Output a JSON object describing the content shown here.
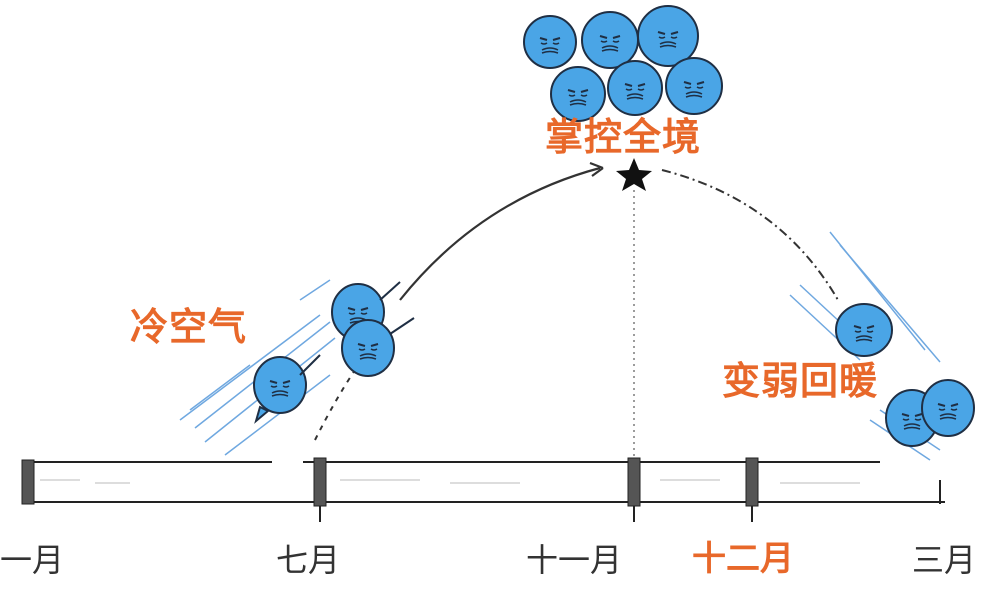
{
  "labels": {
    "top": "掌控全境",
    "left": "冷空气",
    "right": "变弱回暖"
  },
  "months": [
    "一月",
    "七月",
    "十一月",
    "十二月",
    "三月"
  ],
  "highlight_month": "十二月",
  "colors": {
    "accent": "#e8682a",
    "blob": "#4aa5e6",
    "blob_outline": "#1f2f44",
    "line": "#222222",
    "wind": "#6fa8e0"
  }
}
